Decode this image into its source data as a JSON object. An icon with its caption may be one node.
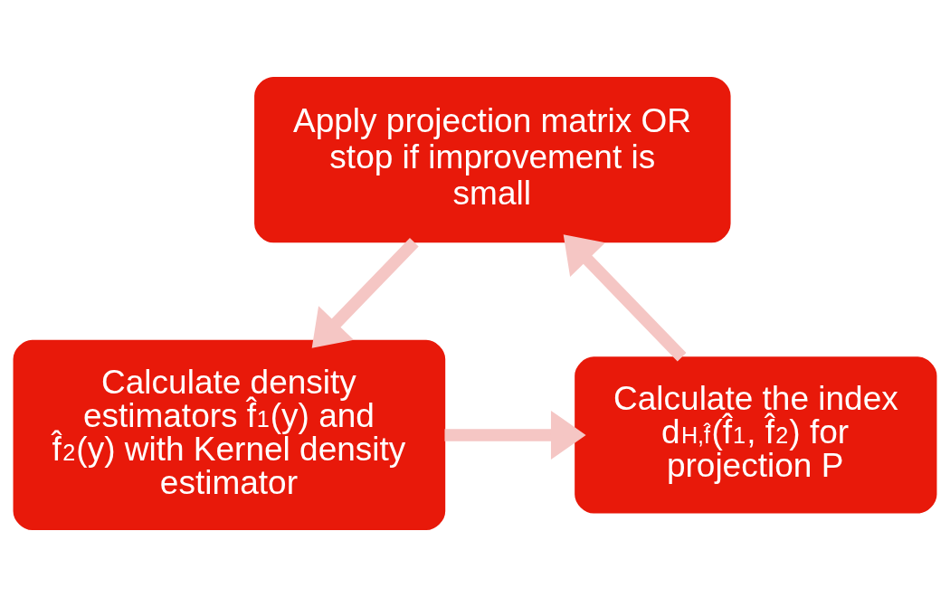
{
  "diagram": {
    "nodes": [
      {
        "text": [
          "Apply projection matrix OR stop if improvement is small"
        ]
      },
      {
        "text": [
          "Calculate density estimators f̂$_{1}$(y) and f̂$_{2}$(y) with Kernel density estimator"
        ]
      },
      {
        "text": [
          "Calculate the index d$_{H,f̂}$(f̂$_{1}$, f̂$_{2}$) for projection P"
        ]
      }
    ],
    "edges": [
      {
        "from": 0,
        "to": 1,
        "arrow": "to"
      },
      {
        "from": 1,
        "to": 2,
        "arrow": "to"
      },
      {
        "from": 2,
        "to": 0,
        "arrow": "to"
      }
    ]
  }
}
